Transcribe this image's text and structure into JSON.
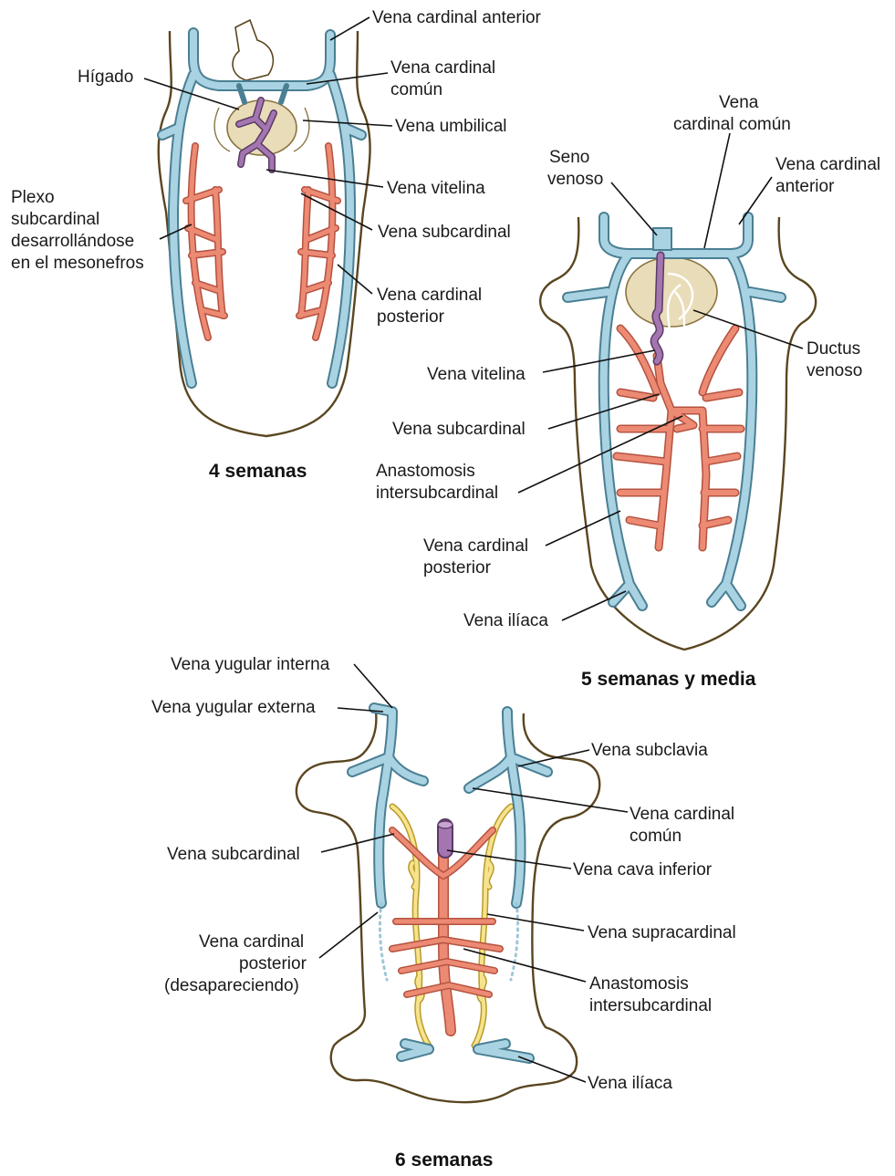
{
  "colors": {
    "cardinal_blue": "#a9d3e2",
    "subcardinal_red": "#ec8a74",
    "vitelline_purple": "#a476b0",
    "supracardinal_yellow": "#f6e38d",
    "liver_tan": "#e9dcb8",
    "body_outline": "#5a4620"
  },
  "panel_4w": {
    "title": "4 semanas",
    "labels": {
      "anterior_cardinal": "Vena cardinal anterior",
      "liver": "Hígado",
      "common_cardinal_1": "Vena cardinal",
      "common_cardinal_2": "común",
      "umbilical": "Vena umbilical",
      "vitelline": "Vena vitelina",
      "plexus_1": "Plexo",
      "plexus_2": "subcardinal",
      "plexus_3": "desarrollándose",
      "plexus_4": "en el mesonefros",
      "subcardinal": "Vena subcardinal",
      "posterior_cardinal_1": "Vena cardinal",
      "posterior_cardinal_2": "posterior"
    }
  },
  "panel_5w": {
    "title": "5 semanas y media",
    "labels": {
      "common_cardinal_1": "Vena",
      "common_cardinal_2": "cardinal común",
      "sinus_1": "Seno",
      "sinus_2": "venoso",
      "anterior_cardinal_1": "Vena cardinal",
      "anterior_cardinal_2": "anterior",
      "ductus_1": "Ductus",
      "ductus_2": "venoso",
      "vitelline": "Vena vitelina",
      "subcardinal": "Vena subcardinal",
      "anastomosis_1": "Anastomosis",
      "anastomosis_2": "intersubcardinal",
      "posterior_cardinal_1": "Vena cardinal",
      "posterior_cardinal_2": "posterior",
      "iliac": "Vena ilíaca"
    }
  },
  "panel_6w": {
    "title": "6 semanas",
    "labels": {
      "internal_jugular": "Vena yugular interna",
      "external_jugular": "Vena yugular externa",
      "subclavian": "Vena subclavia",
      "common_cardinal_1": "Vena cardinal",
      "common_cardinal_2": "común",
      "subcardinal": "Vena subcardinal",
      "ivc": "Vena cava inferior",
      "posterior_cardinal_1": "Vena cardinal",
      "posterior_cardinal_2": "posterior",
      "posterior_cardinal_3": "(desapareciendo)",
      "supracardinal": "Vena supracardinal",
      "anastomosis_1": "Anastomosis",
      "anastomosis_2": "intersubcardinal",
      "iliac": "Vena ilíaca"
    }
  }
}
